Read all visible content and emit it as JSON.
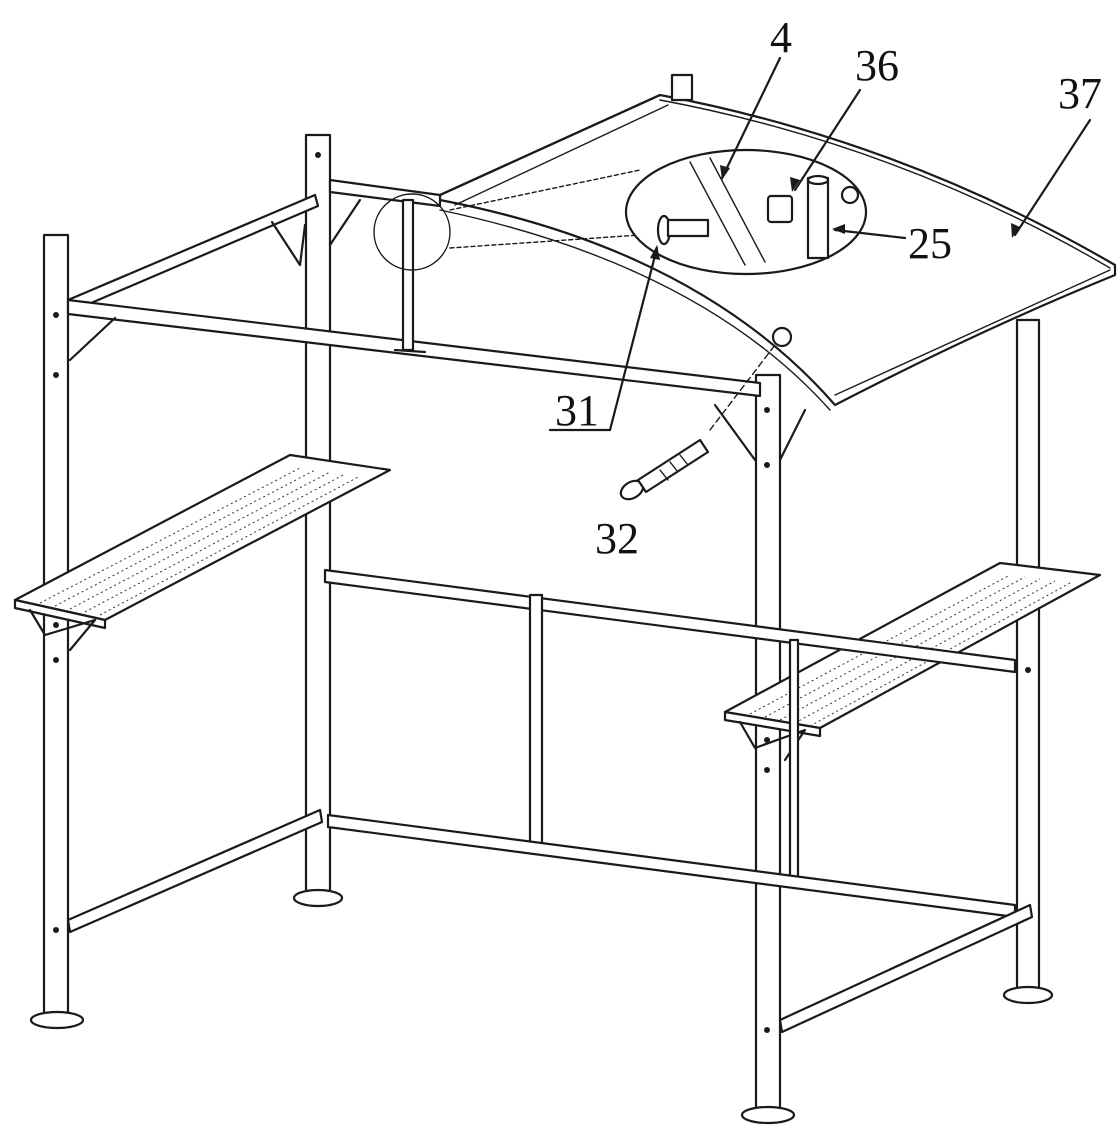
{
  "figure": {
    "callouts": [
      {
        "id": "4",
        "text": "4"
      },
      {
        "id": "36",
        "text": "36"
      },
      {
        "id": "37",
        "text": "37"
      },
      {
        "id": "25",
        "text": "25"
      },
      {
        "id": "31",
        "text": "31"
      },
      {
        "id": "32",
        "text": "32"
      }
    ]
  }
}
